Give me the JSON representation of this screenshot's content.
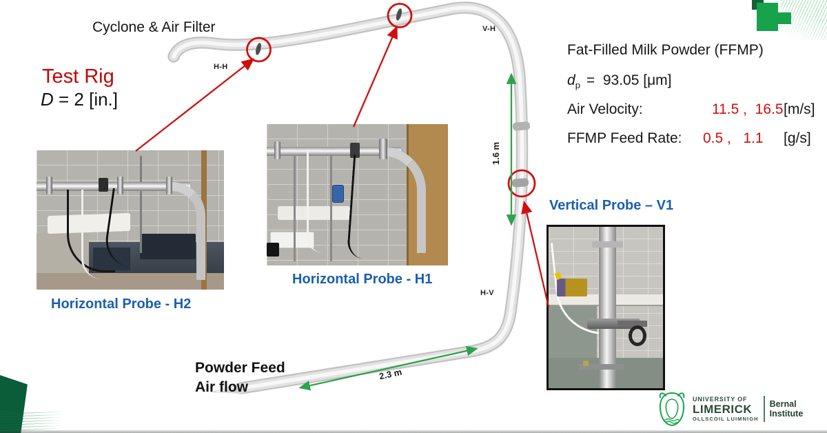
{
  "slide": {
    "cyclone_label": "Cyclone & Air Filter",
    "title": "Test Rig",
    "diameter_symbol": "D",
    "diameter_value": " = 2 [in.]"
  },
  "pipe_labels": {
    "hh": "H-H",
    "vh": "V-H",
    "hv": "H-V"
  },
  "dimensions": {
    "vertical": "1.6 m",
    "diagonal": "2.3 m"
  },
  "flow": {
    "powder": "Powder Feed",
    "air": "Air flow"
  },
  "material": {
    "title": "Fat-Filled Milk Powder (FFMP)",
    "dp_symbol": "d",
    "dp_sub": "p",
    "dp_value": "=  93.05 [μm]",
    "air_velocity_label": "Air Velocity:",
    "air_velocity_values": "11.5 ,  16.5",
    "air_velocity_unit": "[m/s]",
    "feed_rate_label": "FFMP Feed Rate:",
    "feed_rate_values": "0.5 ,   1.1",
    "feed_rate_unit": "[g/s]"
  },
  "probes": {
    "h2_label": "Horizontal Probe  - H2",
    "h1_label": "Horizontal Probe  - H1",
    "v1_label": "Vertical Probe – V1"
  },
  "footer": {
    "university_top": "UNIVERSITY OF",
    "university_name": "LIMERICK",
    "university_irish": "OLLSCOIL LUIMNIGH",
    "institute_line1": "Bernal",
    "institute_line2": "Institute"
  },
  "colors": {
    "accent_red": "#cf0f0f",
    "probe_blue": "#1b5fad",
    "dimension_green": "#2fa24d",
    "brand_green": "#18a24b",
    "brand_dark_green": "#0b5c38",
    "pipe_gray": "#d9d9d9"
  }
}
